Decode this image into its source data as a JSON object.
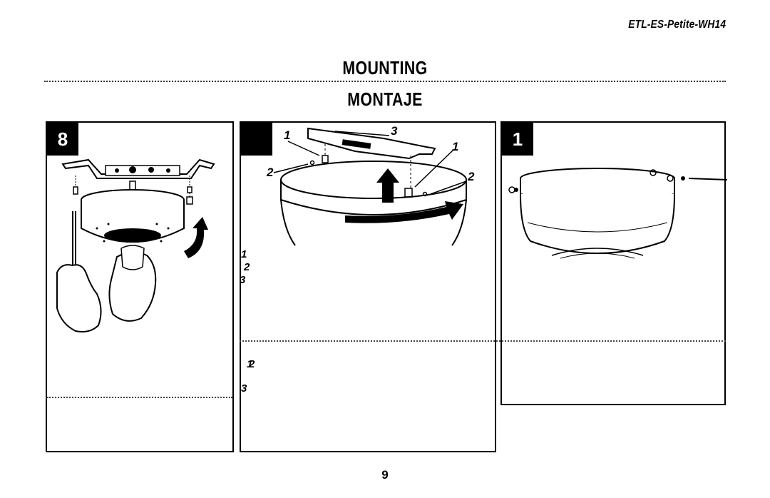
{
  "header": {
    "model": "ETL-ES-Petite-WH14",
    "title_en": "MOUNTING",
    "title_es": "MONTAJE"
  },
  "panels": [
    {
      "step": "8"
    },
    {
      "step": ""
    },
    {
      "step": "1"
    }
  ],
  "callouts": {
    "label_1": "1",
    "label_2": "2",
    "label_3": "3"
  },
  "text_fragments": [
    "1",
    "2",
    "3",
    "1",
    "2",
    "3"
  ],
  "page_number": "9"
}
